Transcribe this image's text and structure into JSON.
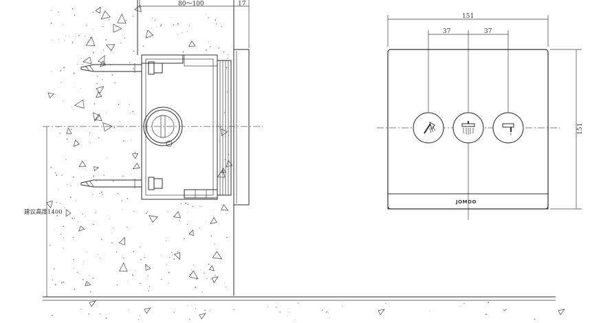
{
  "side_view": {
    "wall_depth_dim": "80～100",
    "panel_thickness_dim": "17",
    "height_note": "建议高度1400"
  },
  "front_view": {
    "width_dim": "151",
    "spacing_left_dim": "37",
    "spacing_right_dim": "37",
    "height_dim": "151",
    "brand": "JOMOO",
    "buttons": [
      {
        "icon": "hand-shower-icon"
      },
      {
        "icon": "overhead-shower-icon"
      },
      {
        "icon": "spout-icon"
      }
    ]
  },
  "colors": {
    "line": "#2b2b2b",
    "panel_fill": "#ffffff"
  }
}
